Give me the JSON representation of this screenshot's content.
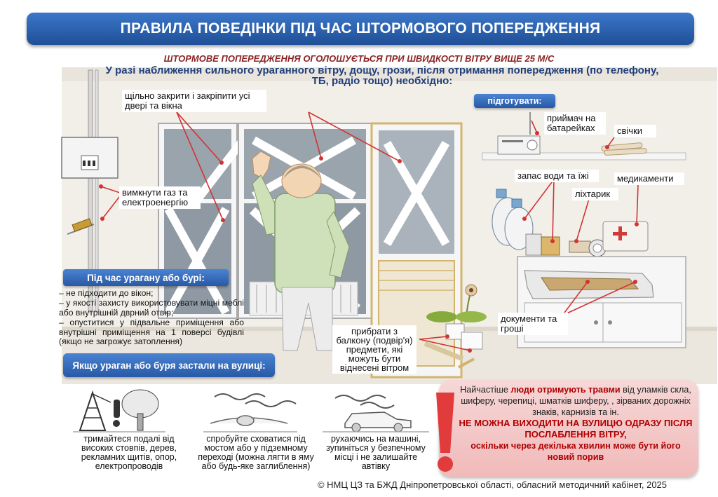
{
  "title": "ПРАВИЛА ПОВЕДІНКИ ПІД ЧАС ШТОРМОВОГО ПОПЕРЕДЖЕННЯ",
  "subtitle": "ШТОРМОВЕ ПОПЕРЕДЖЕННЯ ОГОЛОШУЄТЬСЯ ПРИ ШВИДКОСТІ ВІТРУ ВИЩЕ 25 М/С",
  "intro": "У разі наближення сильного ураганного вітру, дощу, грози, після отримання попередження (по телефону, ТБ, радіо тощо) необхідно:",
  "labels": {
    "close_doors": "щільно  закрити і закріпити усі двері та вікна",
    "prepare": "підготувати:",
    "radio": "приймач на батарейках",
    "candles": "свічки",
    "water_food": "запас води та їжі",
    "medicine": "медикаменти",
    "flashlight": "ліхтарик",
    "gas_power": "вимкнути газ та електроенергію",
    "documents": "документи та гроші",
    "balcony": "прибрати з балкону (подвір'я) предмети, які можуть бути віднесені вітром"
  },
  "during": {
    "header": "Під час урагану або бурі:",
    "items": [
      "– не підходити до вікон;",
      "– у якості захисту використовувати міцні меблі або внутрішній дврний отвір;",
      "– опуститися у підвальне приміщення або внутрішні приміщення на 1 поверсі будівлі (якщо не загрожує затоплення)"
    ]
  },
  "street": {
    "header": "Якщо ураган або буря застали на вулиці:",
    "tips": [
      "тримайтеся подалі від високих стовпів, дерев, рекламних щитів, опор, електропроводів",
      "спробуйте сховатися під мостом або у підземному переході (можна лягти в яму або будь-яке заглиблення)",
      "рухаючись на машині, зупиніться у безпечному місці і не залишайте автівку"
    ]
  },
  "warning": {
    "line1_pre": "Найчастіше ",
    "line1_bold": "люди отримують травми",
    "line1_post": " від уламків скла, шиферу, черепиці, шматків шиферу, , зірваних дорожніх знаків, карнизів та ін.",
    "line2": "НЕ МОЖНА ВИХОДИТИ НА ВУЛИЦЮ ОДРАЗУ ПІСЛЯ ПОСЛАБЛЕННЯ ВІТРУ,",
    "line3": "оскільки через декілька хвилин може бути його новий порив"
  },
  "footer": "© НМЦ ЦЗ та БЖД Дніпропетровської області, обласний методичний кабінет, 2025",
  "colors": {
    "title_bar": "#2a5fae",
    "accent_red": "#b00000",
    "warning_bg": "#f3c6c6"
  }
}
